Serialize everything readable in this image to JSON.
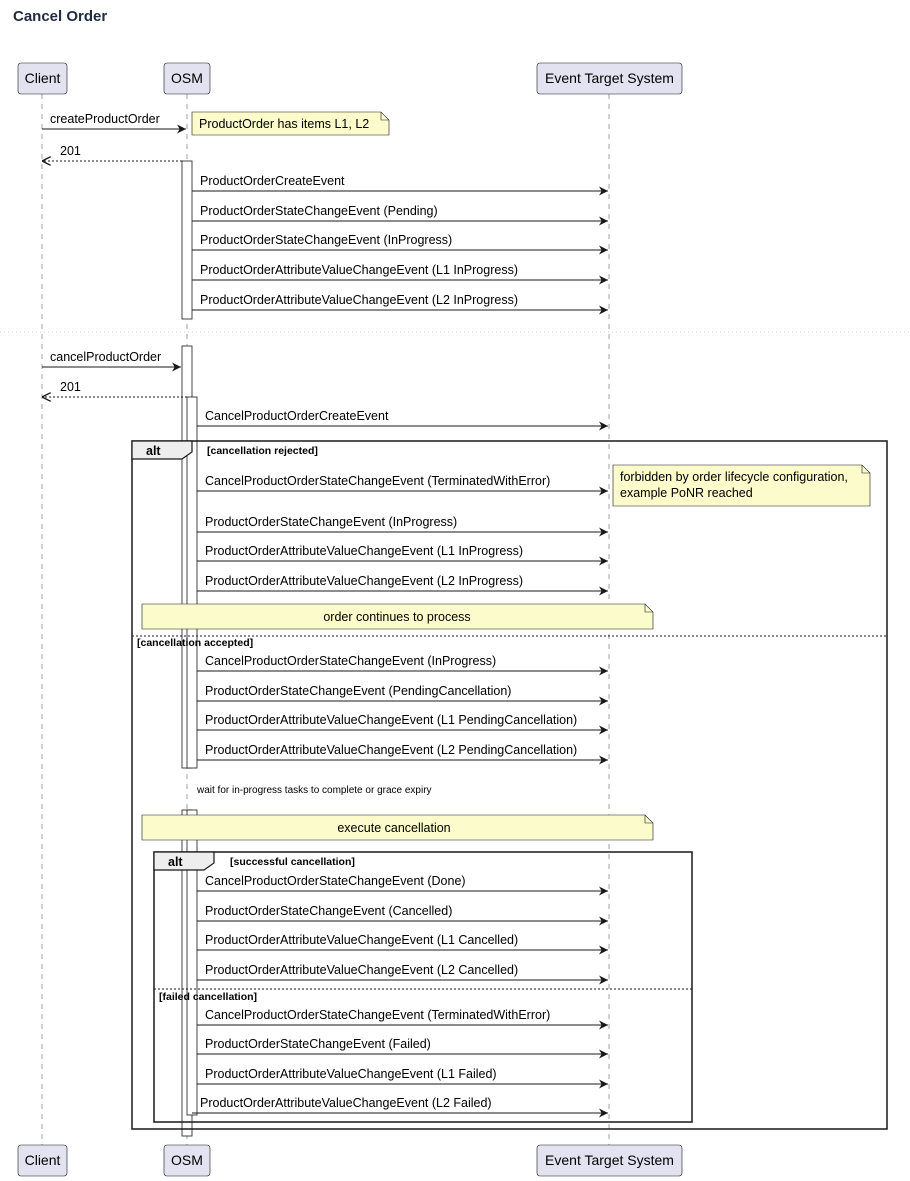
{
  "page": {
    "title": "Cancel Order"
  },
  "colors": {
    "participant_fill": "#e2e2f0",
    "participant_stroke": "#181818",
    "note_fill": "#fbfbcc",
    "lifeline": "#a0a0a0",
    "arrow": "#181818"
  },
  "participants": [
    {
      "id": "client",
      "label": "Client"
    },
    {
      "id": "osm",
      "label": "OSM"
    },
    {
      "id": "ets",
      "label": "Event Target System"
    }
  ],
  "messages": [
    {
      "label": "createProductOrder"
    },
    {
      "label": "201"
    },
    {
      "label": "ProductOrderCreateEvent"
    },
    {
      "label": "ProductOrderStateChangeEvent (Pending)"
    },
    {
      "label": "ProductOrderStateChangeEvent (InProgress)"
    },
    {
      "label": "ProductOrderAttributeValueChangeEvent (L1 InProgress)"
    },
    {
      "label": "ProductOrderAttributeValueChangeEvent (L2 InProgress)"
    },
    {
      "label": "cancelProductOrder"
    },
    {
      "label": "201"
    },
    {
      "label": "CancelProductOrderCreateEvent"
    },
    {
      "label": "CancelProductOrderStateChangeEvent (TerminatedWithError)"
    },
    {
      "label": "ProductOrderStateChangeEvent (InProgress)"
    },
    {
      "label": "ProductOrderAttributeValueChangeEvent (L1 InProgress)"
    },
    {
      "label": "ProductOrderAttributeValueChangeEvent (L2 InProgress)"
    },
    {
      "label": "CancelProductOrderStateChangeEvent (InProgress)"
    },
    {
      "label": "ProductOrderStateChangeEvent (PendingCancellation)"
    },
    {
      "label": "ProductOrderAttributeValueChangeEvent (L1 PendingCancellation)"
    },
    {
      "label": "ProductOrderAttributeValueChangeEvent (L2 PendingCancellation)"
    },
    {
      "label": "CancelProductOrderStateChangeEvent (Done)"
    },
    {
      "label": "ProductOrderStateChangeEvent (Cancelled)"
    },
    {
      "label": "ProductOrderAttributeValueChangeEvent (L1 Cancelled)"
    },
    {
      "label": "ProductOrderAttributeValueChangeEvent (L2 Cancelled)"
    },
    {
      "label": "CancelProductOrderStateChangeEvent (TerminatedWithError)"
    },
    {
      "label": "ProductOrderStateChangeEvent (Failed)"
    },
    {
      "label": "ProductOrderAttributeValueChangeEvent (L1 Failed)"
    },
    {
      "label": "ProductOrderAttributeValueChangeEvent (L2 Failed)"
    }
  ],
  "notes": {
    "items_note": "ProductOrder has items L1, L2",
    "forbidden_line1": "forbidden by order lifecycle configuration,",
    "forbidden_line2": "example PoNR reached",
    "continues": "order continues to process",
    "execute": "execute cancellation"
  },
  "fragments": {
    "outer_keyword": "alt",
    "outer_guard1": "[cancellation rejected]",
    "outer_guard2": "[cancellation accepted]",
    "inner_keyword": "alt",
    "inner_guard1": "[successful cancellation]",
    "inner_guard2": "[failed cancellation]"
  },
  "delay_text": "wait for in-progress tasks to complete or grace expiry"
}
